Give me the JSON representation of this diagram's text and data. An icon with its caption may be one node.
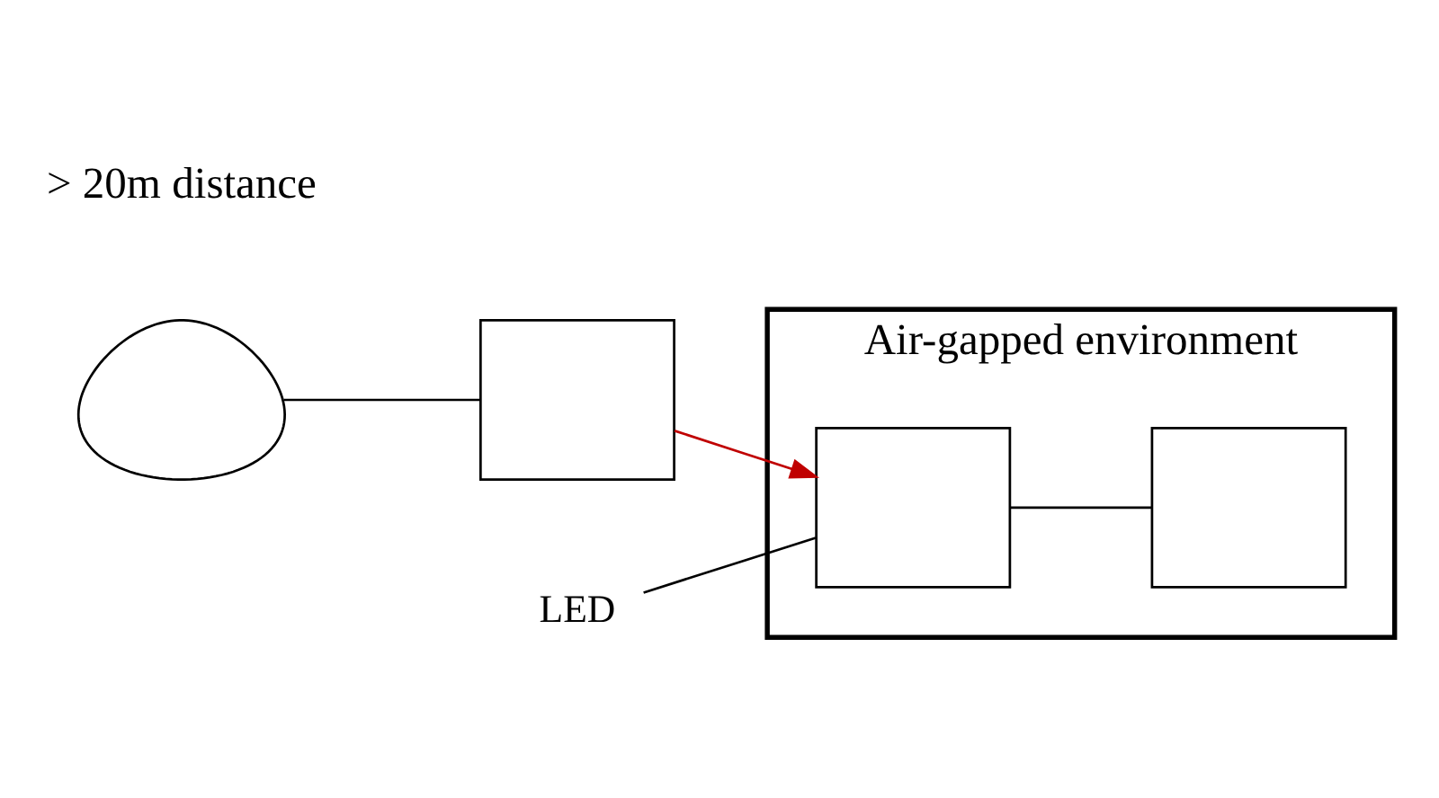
{
  "diagram": {
    "nodes": [
      {
        "text": [
          "Air-gapped environment"
        ]
      },
      {
        "text": [],
        "shape": "person"
      },
      {
        "text": [],
        "shape": "box"
      },
      {
        "text": [],
        "shape": "box",
        "in": 0
      },
      {
        "text": [],
        "shape": "box",
        "in": 0
      },
      {
        "text": [
          "LED"
        ]
      }
    ],
    "edges": [
      {
        "from": 1,
        "to": 2,
        "arrow": "none"
      },
      {
        "from": 2,
        "to": 3,
        "arrow": "to",
        "color": "#c00000"
      },
      {
        "from": 5,
        "to": 3,
        "arrow": "none"
      },
      {
        "from": 3,
        "to": 4,
        "arrow": "none"
      }
    ],
    "labels": [
      "> 20m distance"
    ]
  }
}
